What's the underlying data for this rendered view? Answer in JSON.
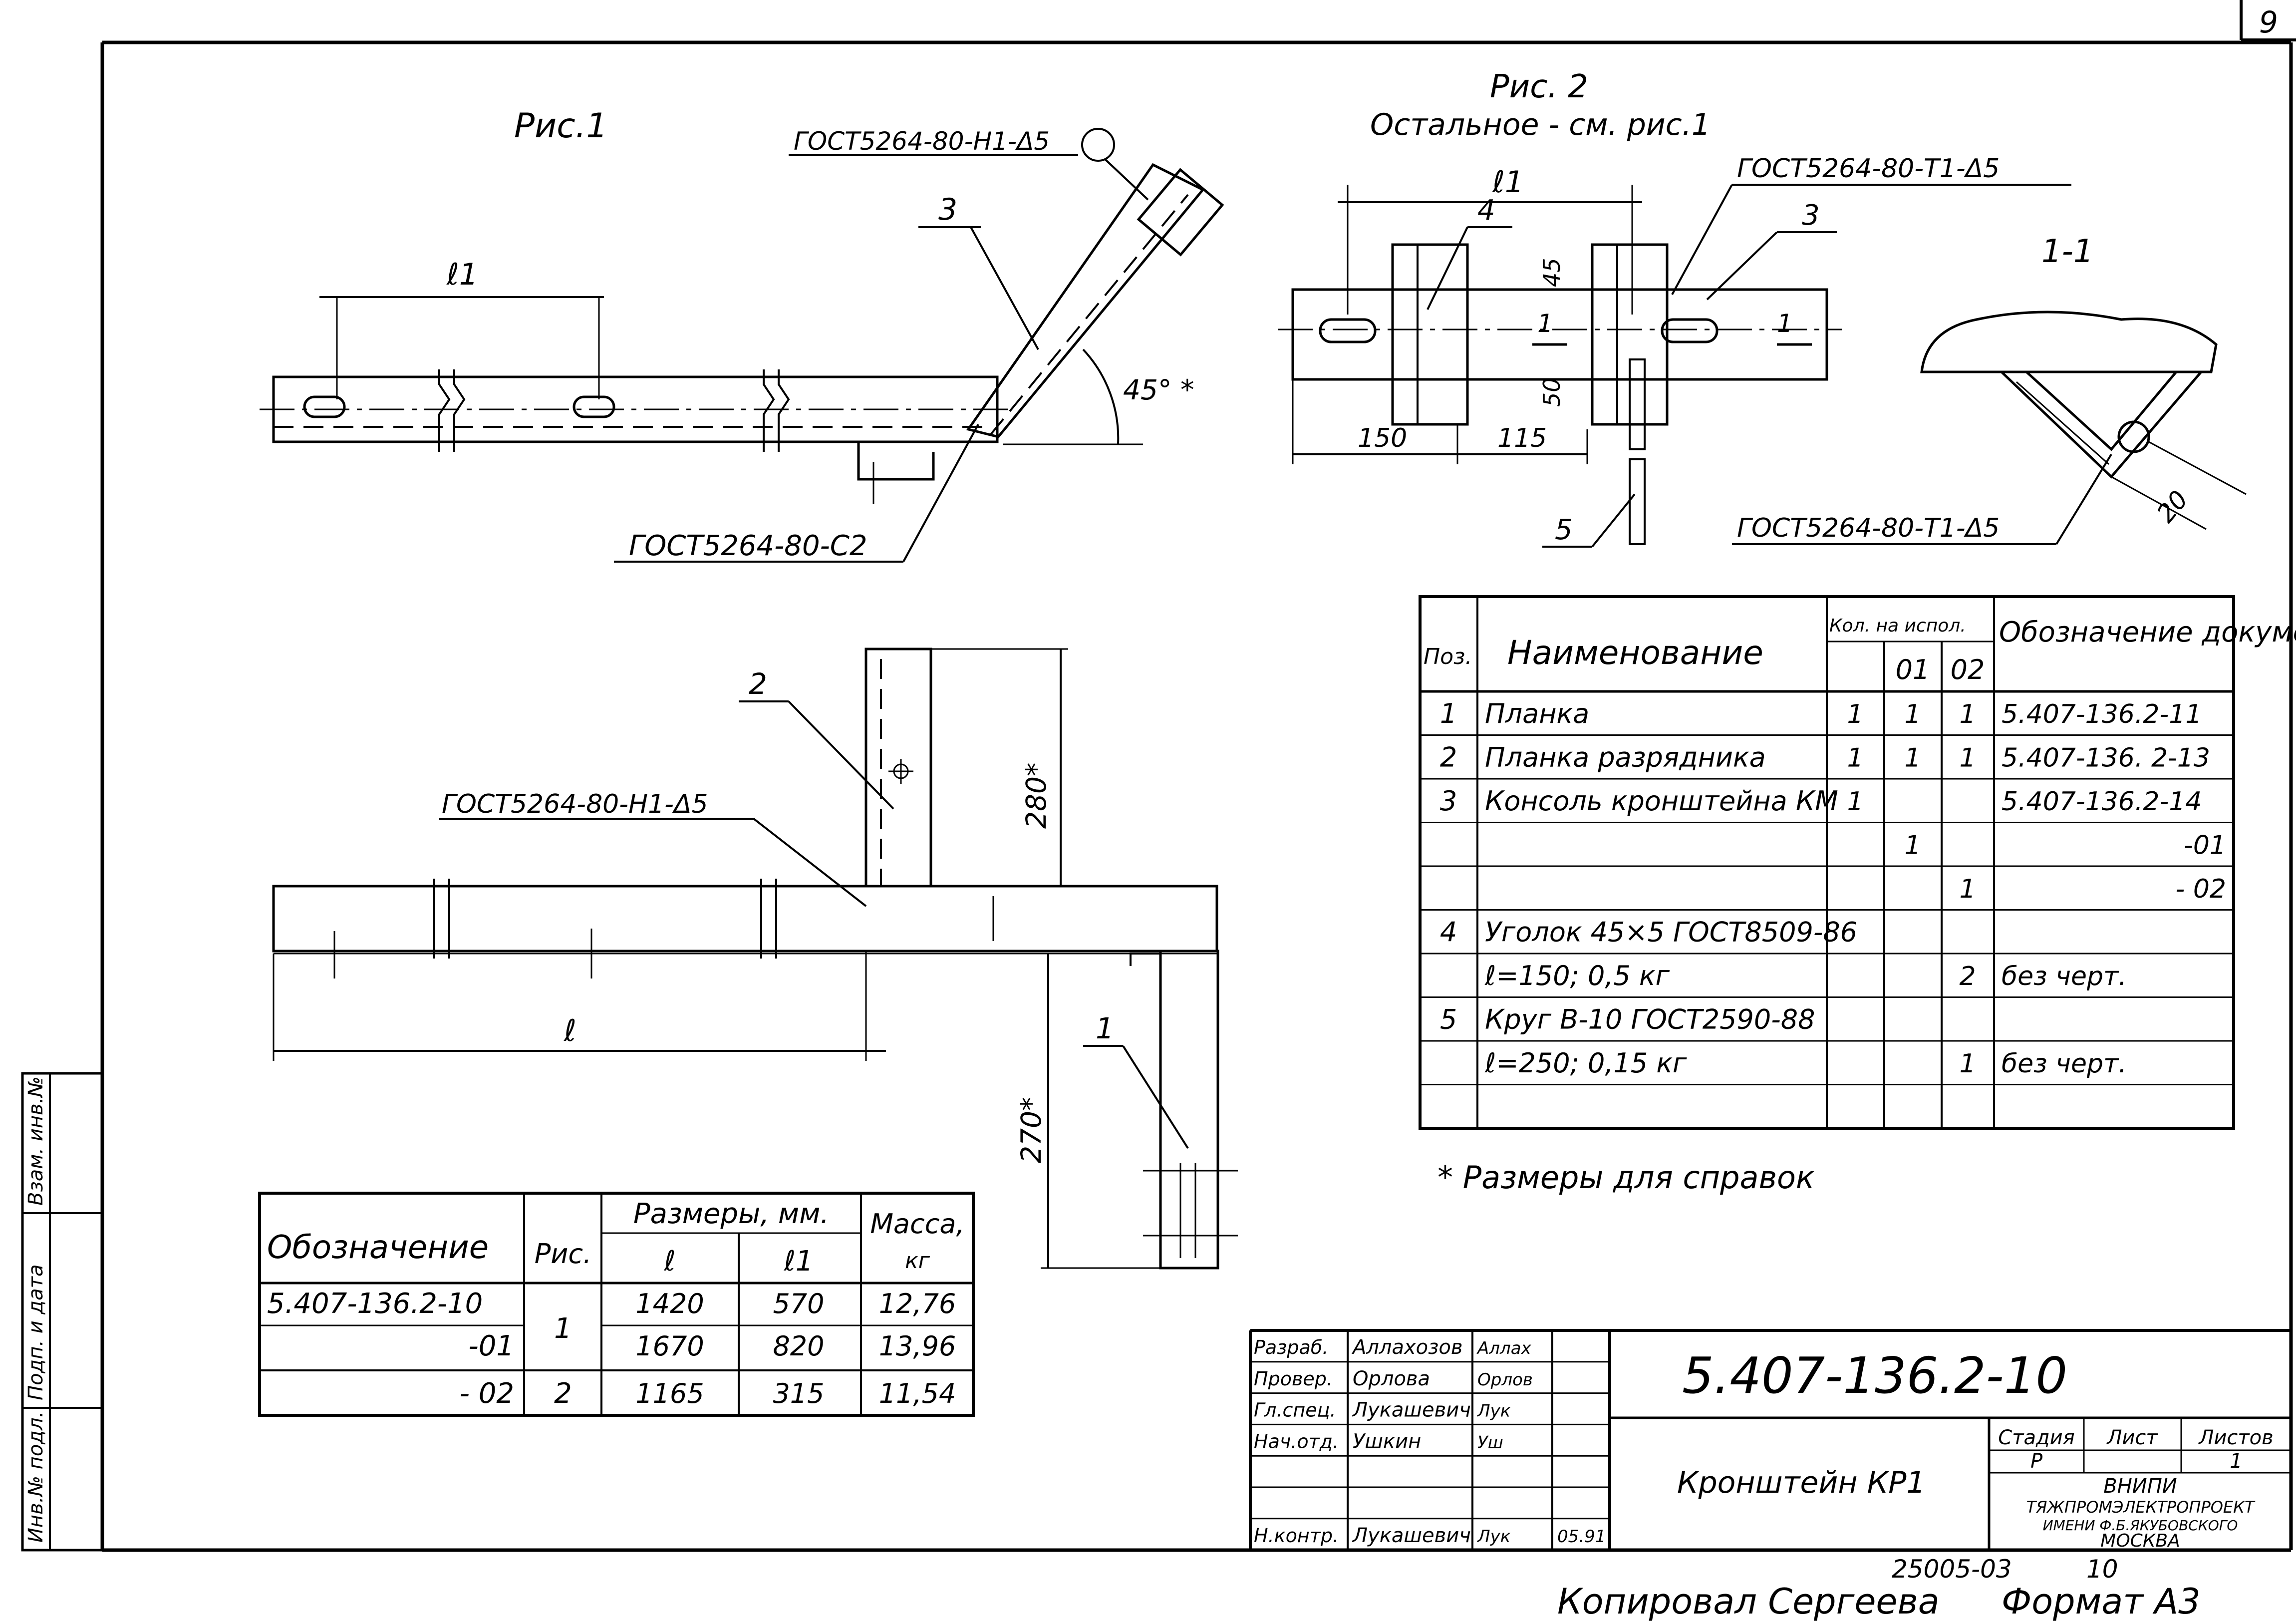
{
  "sheet_number": "9",
  "figure1": {
    "title": "Рис.1",
    "dim_l1": "ℓ1",
    "dim_l": "ℓ",
    "angle": "45° *",
    "weld_top": "ГОСТ5264-80-Н1-Δ5",
    "weld_bottom": "ГОСТ5264-80-С2",
    "callout_3": "3",
    "callout_2": "2",
    "callout_1": "1",
    "weld_plan": "ГОСТ5264-80-Н1-Δ5",
    "dim_280": "280*",
    "dim_270": "270*"
  },
  "figure2": {
    "title": "Рис. 2",
    "subtitle": "Остальное - см. рис.1",
    "dim_l1": "ℓ1",
    "weld": "ГОСТ5264-80-Т1-Δ5",
    "callout_4": "4",
    "callout_3": "3",
    "callout_5": "5",
    "dim_45": "45",
    "dim_50": "50",
    "dim_150": "150",
    "dim_115": "115",
    "section_marks": [
      "1",
      "1"
    ]
  },
  "section": {
    "title": "1-1",
    "weld": "ГОСТ5264-80-Т1-Δ5",
    "dim_20": "20"
  },
  "spec_table": {
    "headers": {
      "pos": "Поз.",
      "name": "Наименование",
      "qty": "Кол. на испол.",
      "qty_cols": [
        "",
        "01",
        "02"
      ],
      "doc": "Обозначение документа"
    },
    "rows": [
      {
        "pos": "1",
        "name": "Планка",
        "q0": "1",
        "q1": "1",
        "q2": "1",
        "doc": "5.407-136.2-11"
      },
      {
        "pos": "2",
        "name": "Планка разрядника",
        "q0": "1",
        "q1": "1",
        "q2": "1",
        "doc": "5.407-136. 2-13"
      },
      {
        "pos": "3",
        "name": "Консоль кронштейна КМ",
        "q0": "1",
        "q1": "",
        "q2": "",
        "doc": "5.407-136.2-14"
      },
      {
        "pos": "",
        "name": "",
        "q0": "",
        "q1": "1",
        "q2": "",
        "doc": "-01"
      },
      {
        "pos": "",
        "name": "",
        "q0": "",
        "q1": "",
        "q2": "1",
        "doc": "- 02"
      },
      {
        "pos": "4",
        "name": "Уголок 45×5 ГОСТ8509-86",
        "q0": "",
        "q1": "",
        "q2": "",
        "doc": ""
      },
      {
        "pos": "",
        "name": "ℓ=150; 0,5 кг",
        "q0": "",
        "q1": "",
        "q2": "2",
        "doc": "без черт."
      },
      {
        "pos": "5",
        "name": "Круг В-10 ГОСТ2590-88",
        "q0": "",
        "q1": "",
        "q2": "",
        "doc": ""
      },
      {
        "pos": "",
        "name": "ℓ=250; 0,15 кг",
        "q0": "",
        "q1": "",
        "q2": "1",
        "doc": "без черт."
      },
      {
        "pos": "",
        "name": "",
        "q0": "",
        "q1": "",
        "q2": "",
        "doc": ""
      }
    ]
  },
  "reference_note": "* Размеры для справок",
  "dims_table": {
    "headers": {
      "designation": "Обозначение",
      "fig": "Рис.",
      "sizes": "Размеры, мм.",
      "l": "ℓ",
      "l1": "ℓ1",
      "mass": "Масса,",
      "mass_unit": "кг"
    },
    "rows": [
      {
        "designation": "5.407-136.2-10",
        "fig": "1",
        "l": "1420",
        "l1": "570",
        "mass": "12,76"
      },
      {
        "designation": "-01",
        "fig": "",
        "l": "1670",
        "l1": "820",
        "mass": "13,96"
      },
      {
        "designation": "- 02",
        "fig": "2",
        "l": "1165",
        "l1": "315",
        "mass": "11,54"
      }
    ]
  },
  "title_block": {
    "doc_number": "5.407-136.2-10",
    "item_name": "Кронштейн КР1",
    "roles": [
      {
        "role": "Разраб.",
        "name": "Аллахозов",
        "sign": "Аллах"
      },
      {
        "role": "Провер.",
        "name": "Орлова",
        "sign": "Орлов"
      },
      {
        "role": "Гл.спец.",
        "name": "Лукашевич",
        "sign": "Лук"
      },
      {
        "role": "Нач.отд.",
        "name": "Ушкин",
        "sign": "Уш"
      },
      {
        "role": "",
        "name": "",
        "sign": ""
      },
      {
        "role": "",
        "name": "",
        "sign": ""
      },
      {
        "role": "Н.контр.",
        "name": "Лукашевич",
        "sign": "Лук",
        "date": "05.91"
      }
    ],
    "stage_label": "Стадия",
    "sheet_label": "Лист",
    "sheets_label": "Листов",
    "stage": "Р",
    "sheets": "1",
    "org_line1": "ВНИПИ",
    "org_line2": "ТЯЖПРОМЭЛЕКТРОПРОЕКТ",
    "org_line3": "ИМЕНИ Ф.Б.ЯКУБОВСКОГО",
    "org_line4": "МОСКВА"
  },
  "side_stamp": [
    "Инв.№ подл.",
    "Подп. и дата",
    "Взам. инв.№"
  ],
  "footer": {
    "code": "25005-03",
    "page": "10",
    "copied": "Копировал Сергеева",
    "format": "Формат А3"
  }
}
